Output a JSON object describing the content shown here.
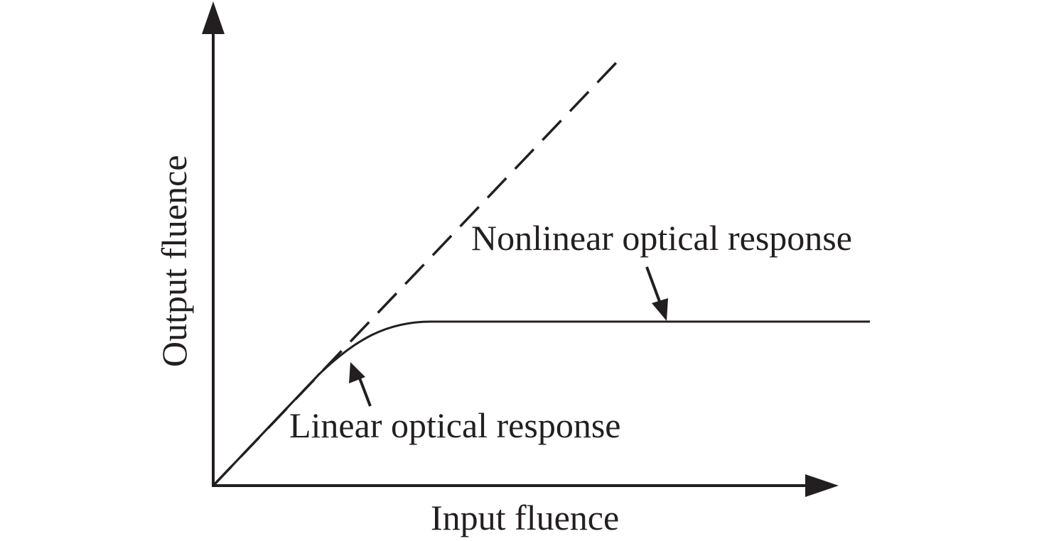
{
  "diagram": {
    "x_axis_label": "Input fluence",
    "y_axis_label": "Output fluence",
    "annotations": {
      "nonlinear": "Nonlinear optical response",
      "linear": "Linear optical response"
    },
    "curves": [
      {
        "name": "linear-response",
        "style": "dashed"
      },
      {
        "name": "nonlinear-response",
        "style": "solid",
        "behavior": "saturating"
      }
    ],
    "colors": {
      "ink": "#231f20",
      "background": "#ffffff"
    }
  }
}
